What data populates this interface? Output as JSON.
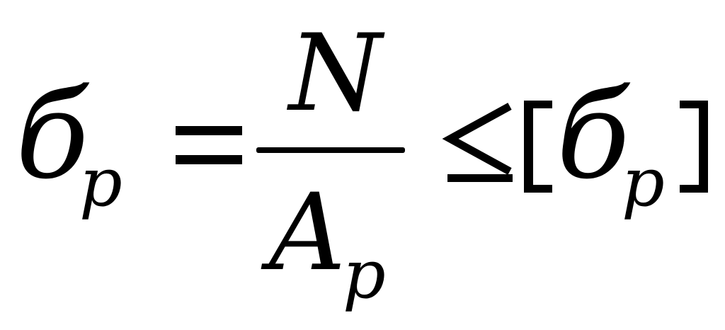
{
  "formula": {
    "lhs_symbol": "б",
    "lhs_subscript": "p",
    "equals": "=",
    "numerator": "N",
    "denominator_symbol": "A",
    "denominator_subscript": "p",
    "relation": "≤",
    "left_bracket": "[",
    "rhs_symbol": "б",
    "rhs_subscript": "p",
    "right_bracket": "]"
  }
}
